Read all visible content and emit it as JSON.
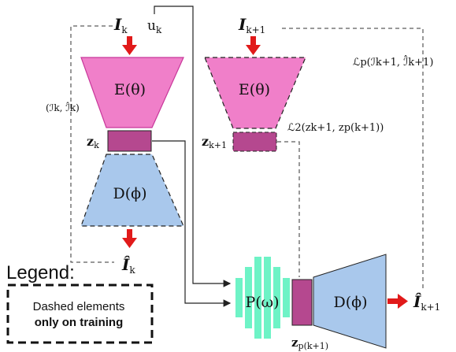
{
  "colors": {
    "encoder_fill": "#f07fc9",
    "encoder_stroke": "#c8379a",
    "decoder_fill": "#a9c8ec",
    "latent_fill": "#b5488f",
    "predictor_fill": "#6ef3c6",
    "arrow_red": "#e11a1a",
    "line": "#222222"
  },
  "labels": {
    "input_k": "I",
    "input_k_sub": "k",
    "control_k": "u",
    "control_k_sub": "k",
    "input_k1": "I",
    "input_k1_sub": "k+1",
    "encoder_k": "E(θ)",
    "encoder_k1": "E(θ)",
    "latent_k": "z",
    "latent_k_sub": "k",
    "latent_k1": "z",
    "latent_k1_sub": "k+1",
    "decoder_k": "D(ϕ)",
    "decoder_pred": "D(ϕ)",
    "recon_k": "Î",
    "recon_k_sub": "k",
    "recon_k1": "Î",
    "recon_k1_sub": "k+1",
    "loss_k": "(ℐk, ℐ̂k)",
    "loss_pred": "ℒp(ℐk+1, ℐ̂k+1)",
    "loss_latent": "ℒ2(zk+1, zp(k+1))",
    "predictor": "P(ω)",
    "latent_pred": "z",
    "latent_pred_sub": "p(k+1)"
  },
  "legend": {
    "title": "Legend:",
    "line1": "Dashed elements",
    "line2": "only on training"
  }
}
